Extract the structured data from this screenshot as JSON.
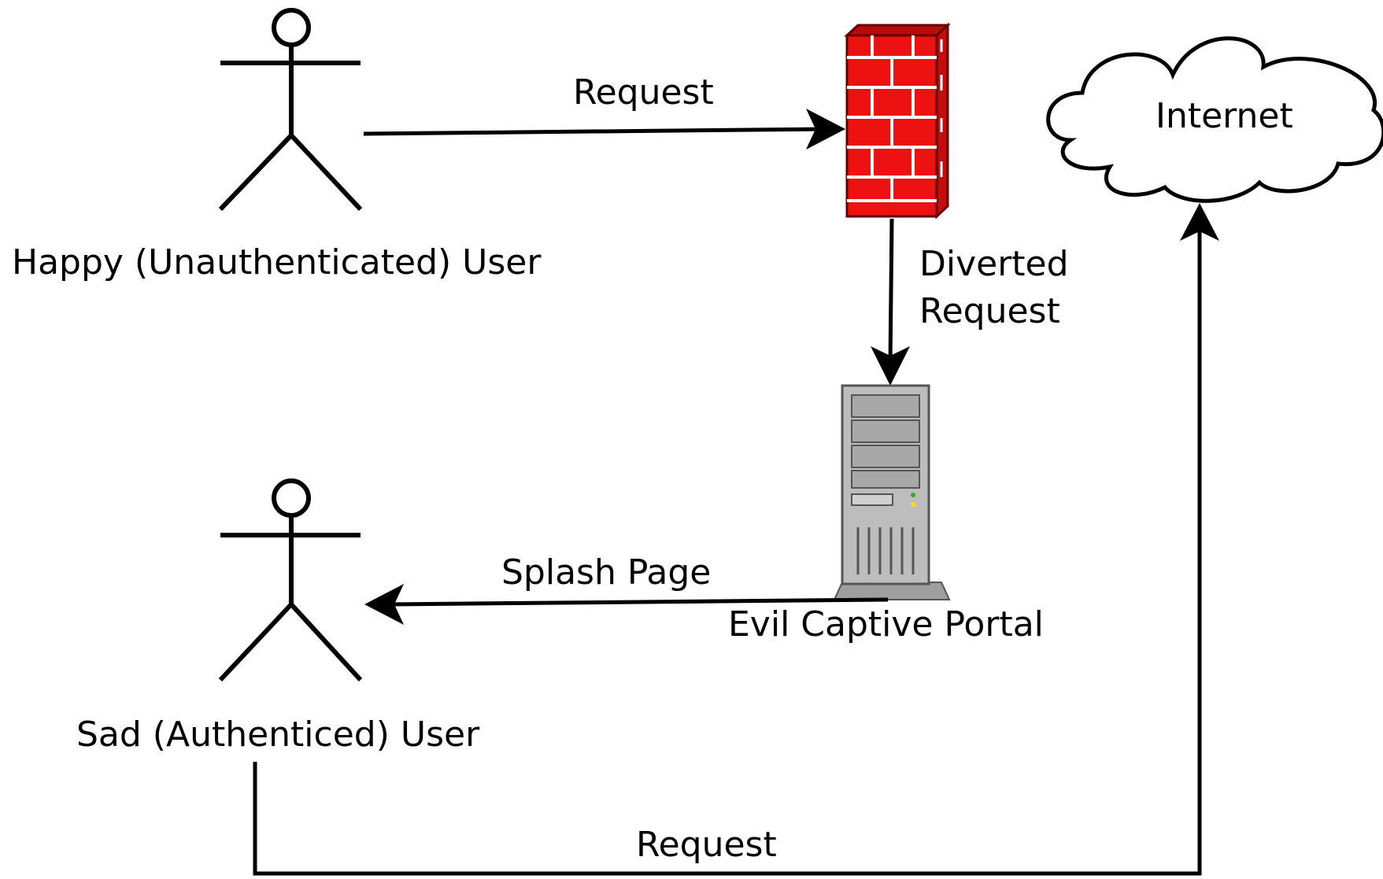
{
  "labels": {
    "happy_user": "Happy (Unauthenticated) User",
    "sad_user": "Sad (Authenticed) User",
    "request_top": "Request",
    "diverted_line1": "Diverted",
    "diverted_line2": "Request",
    "internet": "Internet",
    "splash_page": "Splash Page",
    "portal": "Evil Captive Portal",
    "request_bottom": "Request"
  },
  "colors": {
    "firewall_brick": "#ee1111",
    "firewall_mortar": "#ffffff",
    "server_body": "#bdbdbd",
    "server_edge": "#555555",
    "line": "#000000"
  },
  "icons": {
    "happy_user": "stick-figure-icon",
    "sad_user": "stick-figure-icon",
    "firewall": "brick-firewall-icon",
    "server": "server-tower-icon",
    "internet": "cloud-icon"
  }
}
